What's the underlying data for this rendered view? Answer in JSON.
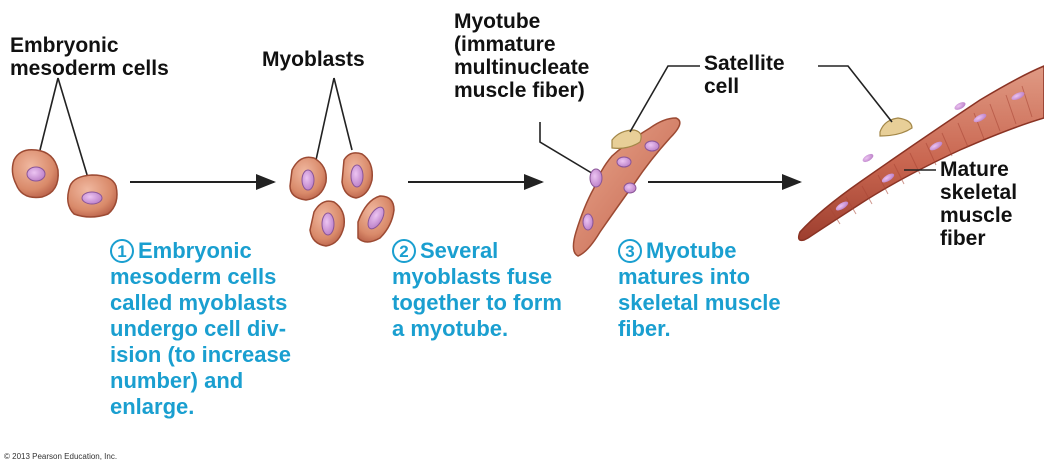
{
  "labels": {
    "embryonic_mesoderm_cells": "Embryonic\nmesoderm cells",
    "myoblasts": "Myoblasts",
    "myotube": "Myotube\n(immature\nmultinucleate\nmuscle fiber)",
    "satellite_cell": "Satellite\ncell",
    "mature_fiber": "Mature\nskeletal\nmuscle\nfiber"
  },
  "steps": [
    {
      "number": "1",
      "text": "Embryonic\nmesoderm cells\ncalled myoblasts\nundergo cell div-\nision (to increase\nnumber) and\nenlarge."
    },
    {
      "number": "2",
      "text": "Several\nmyoblasts fuse\ntogether to form\na myotube."
    },
    {
      "number": "3",
      "text": "Myotube\nmatures into\nskeletal muscle\nfiber."
    }
  ],
  "copyright": "© 2013 Pearson Education, Inc.",
  "colors": {
    "cell_fill": "#d98a6a",
    "cell_edge": "#9c4a33",
    "nucleus": "#c78bd0",
    "muscle_fill": "#cc6a55",
    "muscle_stripe": "#a84535",
    "satellite": "#e8cf98",
    "step_text": "#1a9fd0",
    "arrow": "#222222"
  }
}
